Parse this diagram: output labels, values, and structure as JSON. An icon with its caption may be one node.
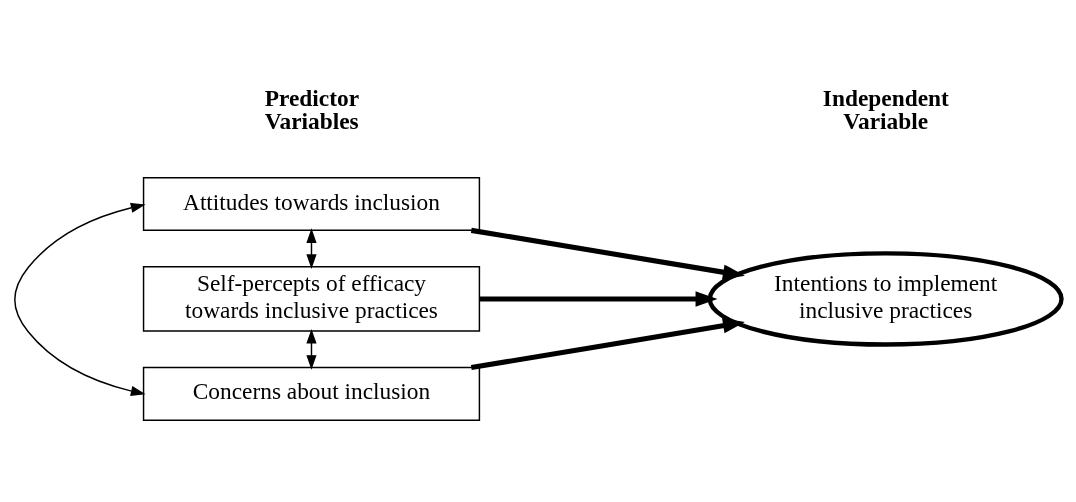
{
  "diagram": {
    "nodes": [
      {
        "text": [
          "Attitudes towards inclusion"
        ]
      },
      {
        "text": [
          "Self-percepts of efficacy towards inclusive practices"
        ]
      },
      {
        "text": [
          "Concerns about inclusion"
        ]
      },
      {
        "text": [
          "Intentions to implement inclusive practices"
        ]
      }
    ],
    "edges": [
      {
        "from": 0,
        "to": 3,
        "arrow": "to",
        "style": "thick"
      },
      {
        "from": 1,
        "to": 3,
        "arrow": "to",
        "style": "thick"
      },
      {
        "from": 2,
        "to": 3,
        "arrow": "to",
        "style": "thick"
      },
      {
        "from": 0,
        "to": 1,
        "arrow": "both"
      },
      {
        "from": 1,
        "to": 2,
        "arrow": "both"
      },
      {
        "from": 0,
        "to": 2,
        "arrow": "both"
      }
    ],
    "labels": [
      "Predictor Variables",
      "Independent Variable"
    ]
  }
}
